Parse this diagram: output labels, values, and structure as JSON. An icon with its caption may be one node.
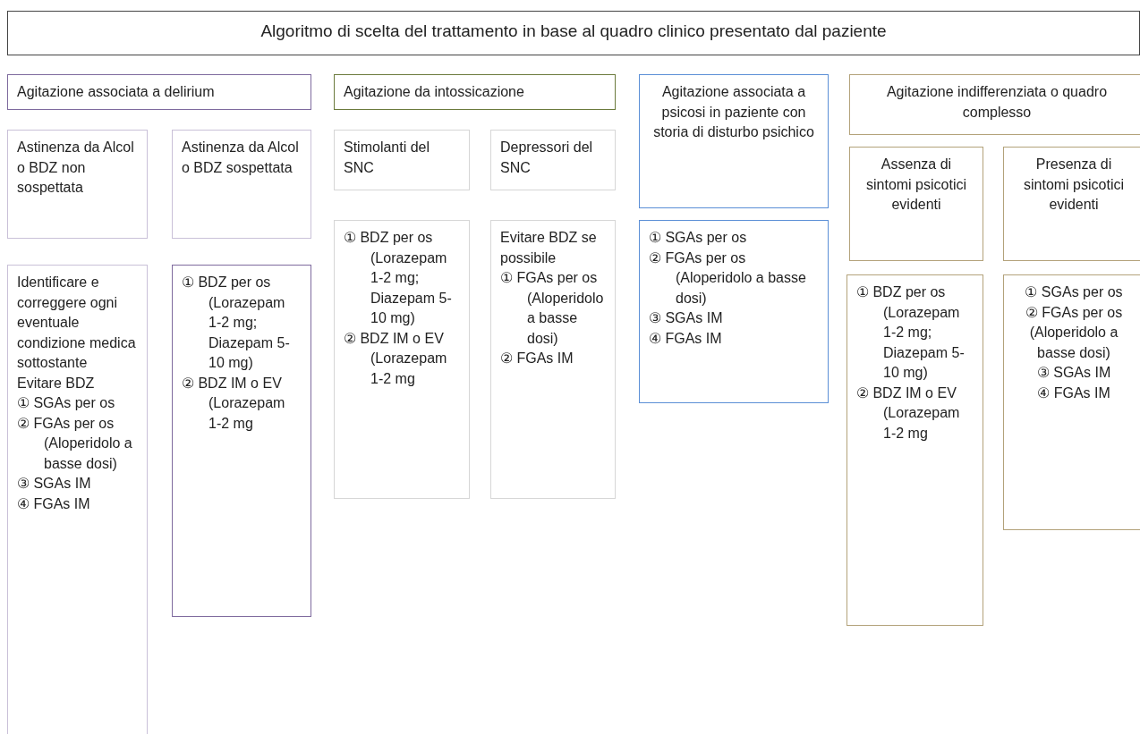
{
  "diagram": {
    "nodes": [
      {
        "text": [
          "Algoritmo di scelta del trattamento in base al quadro clinico presentato dal paziente"
        ]
      },
      {
        "text": [
          "Agitazione associata a delirium"
        ]
      },
      {
        "text": [
          "Astinenza da Alcol o BDZ non sospettata"
        ]
      },
      {
        "text": [
          "Astinenza da Alcol o BDZ sospettata"
        ]
      },
      {
        "text": [
          "Identificare e correggere ogni eventuale condizione medica sottostante",
          "Evitare BDZ",
          "① SGAs per os",
          "② FGAs per os (Aloperidolo a basse dosi)",
          "③ SGAs IM",
          "④ FGAs IM"
        ]
      },
      {
        "text": [
          "① BDZ per os (Lorazepam 1-2 mg; Diazepam 5-10 mg)",
          "② BDZ IM o EV (Lorazepam 1-2 mg"
        ]
      },
      {
        "text": [
          "Agitazione da intossicazione"
        ]
      },
      {
        "text": [
          "Stimolanti del SNC"
        ]
      },
      {
        "text": [
          "Depressori del SNC"
        ]
      },
      {
        "text": [
          "① BDZ per os (Lorazepam 1-2 mg; Diazepam 5-10 mg)",
          "② BDZ IM o EV (Lorazepam 1-2 mg"
        ]
      },
      {
        "text": [
          "Evitare BDZ se possibile",
          "① FGAs per os (Aloperidolo a basse dosi)",
          "② FGAs IM"
        ]
      },
      {
        "text": [
          "Agitazione associata a psicosi in paziente con storia di disturbo psichico"
        ]
      },
      {
        "text": [
          "① SGAs per os",
          "② FGAs per os (Aloperidolo a basse dosi)",
          "③ SGAs IM",
          "④ FGAs IM"
        ]
      },
      {
        "text": [
          "Agitazione indifferenziata o quadro complesso"
        ]
      },
      {
        "text": [
          "Assenza di sintomi psicotici evidenti"
        ]
      },
      {
        "text": [
          "Presenza di sintomi psicotici evidenti"
        ]
      },
      {
        "text": [
          "① BDZ per os (Lorazepam 1-2 mg; Diazepam 5-10 mg)",
          "② BDZ IM o EV (Lorazepam 1-2 mg"
        ]
      },
      {
        "text": [
          "① SGAs per os",
          "② FGAs per os (Aloperidolo a basse dosi)",
          "③ SGAs IM",
          "④ FGAs IM"
        ]
      }
    ]
  }
}
